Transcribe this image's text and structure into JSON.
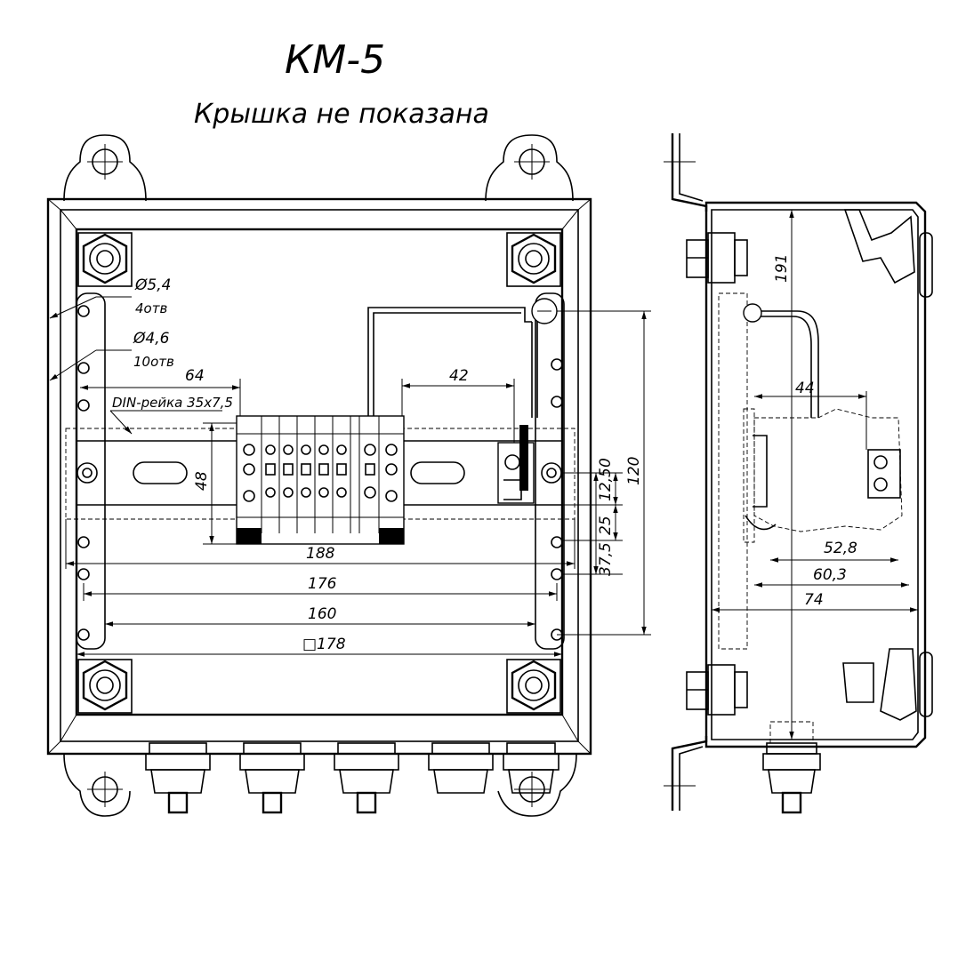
{
  "title": "КМ-5",
  "subtitle": "Крышка не показана",
  "front": {
    "hole1_dia": "Ø5,4",
    "hole1_qty": "4отв",
    "hole2_dia": "Ø4,6",
    "hole2_qty": "10отв",
    "din_label": "DIN-рейка 35х7,5",
    "dims": {
      "d64": "64",
      "d42": "42",
      "d48": "48",
      "d0": "0",
      "d12_5": "12,5",
      "d25": "25",
      "d37_5": "37,5",
      "d120": "120",
      "d188": "188",
      "d176": "176",
      "d160": "160",
      "d178": "□178"
    }
  },
  "side": {
    "dims": {
      "d191": "191",
      "d44": "44",
      "d52_8": "52,8",
      "d60_3": "60,3",
      "d74": "74"
    }
  }
}
